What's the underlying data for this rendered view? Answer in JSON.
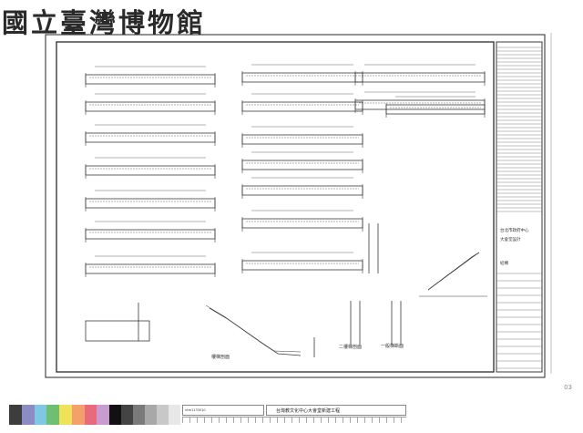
{
  "header": {
    "watermark": "國立臺灣博物館"
  },
  "page": {
    "number": "03"
  },
  "drawing": {
    "title_block_lines": [
      "台北市政府中心",
      "大會堂設計",
      "結構"
    ],
    "labels": {
      "stair_detail": "一般梯斷面",
      "section_a": "樓梯剖面",
      "section_b": "二樓梯剖面"
    }
  },
  "footer": {
    "catalog_id": "ntm1133010",
    "caption": "台灣教文化中心大會堂新建工程"
  },
  "colors": {
    "line": "#3a3a3a",
    "swatches": [
      "#3d3d3d",
      "#8c8cc4",
      "#7ec8e3",
      "#6fbf73",
      "#f0e35a",
      "#f3a06b",
      "#e86a7c",
      "#c89ccf"
    ],
    "swatches2": [
      "#111111",
      "#444444",
      "#7a7a7a",
      "#a8a8a8",
      "#c8c8c8",
      "#e8e8e8"
    ]
  }
}
